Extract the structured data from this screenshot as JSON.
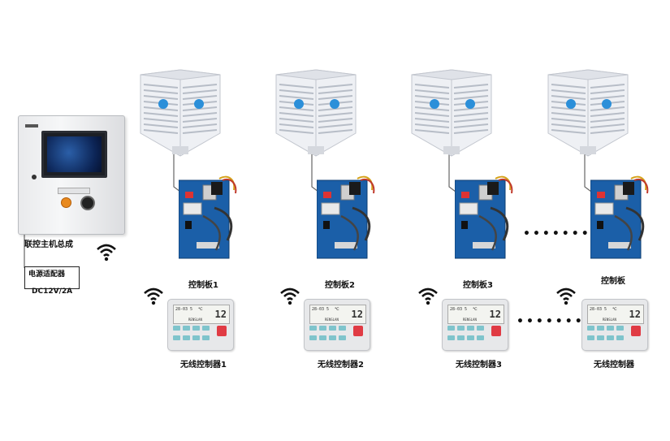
{
  "master": {
    "label": "联控主机总成",
    "adapter_line1": "电源适配器",
    "adapter_line2": "DC12V/2A"
  },
  "boards": [
    {
      "label": "控制板1"
    },
    {
      "label": "控制板2"
    },
    {
      "label": "控制板3"
    },
    {
      "label": "控制板"
    }
  ],
  "remotes": [
    {
      "label": "无线控制器1"
    },
    {
      "label": "无线控制器2"
    },
    {
      "label": "无线控制器3"
    },
    {
      "label": "无线控制器"
    }
  ],
  "remote_display": {
    "top": "28-03 5",
    "mode": "℃",
    "temp": "12",
    "brand": "RENSLAN"
  },
  "ellipsis": "•••••••",
  "colors": {
    "pcb": "#1b5fa8",
    "key": "#7fc4cc",
    "power_key": "#e03b44",
    "wire": "#555555"
  },
  "icons": [
    "wifi-icon",
    "power-button-icon",
    "knob-icon"
  ]
}
